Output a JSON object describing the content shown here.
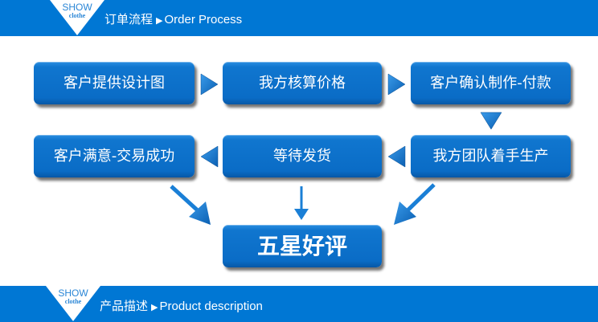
{
  "header": {
    "badge_top": "SHOW",
    "badge_bottom": "clothe",
    "title_cn": "订单流程",
    "title_arrow": "▶",
    "title_en": "Order Process"
  },
  "flow": {
    "steps": [
      {
        "id": "step1",
        "label": "客户提供设计图"
      },
      {
        "id": "step2",
        "label": "我方核算价格"
      },
      {
        "id": "step3",
        "label": "客户确认制作-付款"
      },
      {
        "id": "step4",
        "label": "我方团队着手生产"
      },
      {
        "id": "step5",
        "label": "等待发货"
      },
      {
        "id": "step6",
        "label": "客户满意-交易成功"
      }
    ],
    "final": {
      "label": "五星好评"
    },
    "edges": [
      [
        "step1",
        "step2"
      ],
      [
        "step2",
        "step3"
      ],
      [
        "step3",
        "step4"
      ],
      [
        "step4",
        "step5"
      ],
      [
        "step5",
        "step6"
      ],
      [
        "step6",
        "final"
      ],
      [
        "step5",
        "final"
      ],
      [
        "step4",
        "final"
      ]
    ],
    "colors": {
      "box": "#0a6cc6",
      "arrow": "#1a7fd6",
      "text": "#ffffff"
    }
  },
  "footer": {
    "badge_top": "SHOW",
    "badge_bottom": "clothe",
    "title_cn": "产品描述",
    "title_arrow": "▶",
    "title_en": "Product description"
  }
}
